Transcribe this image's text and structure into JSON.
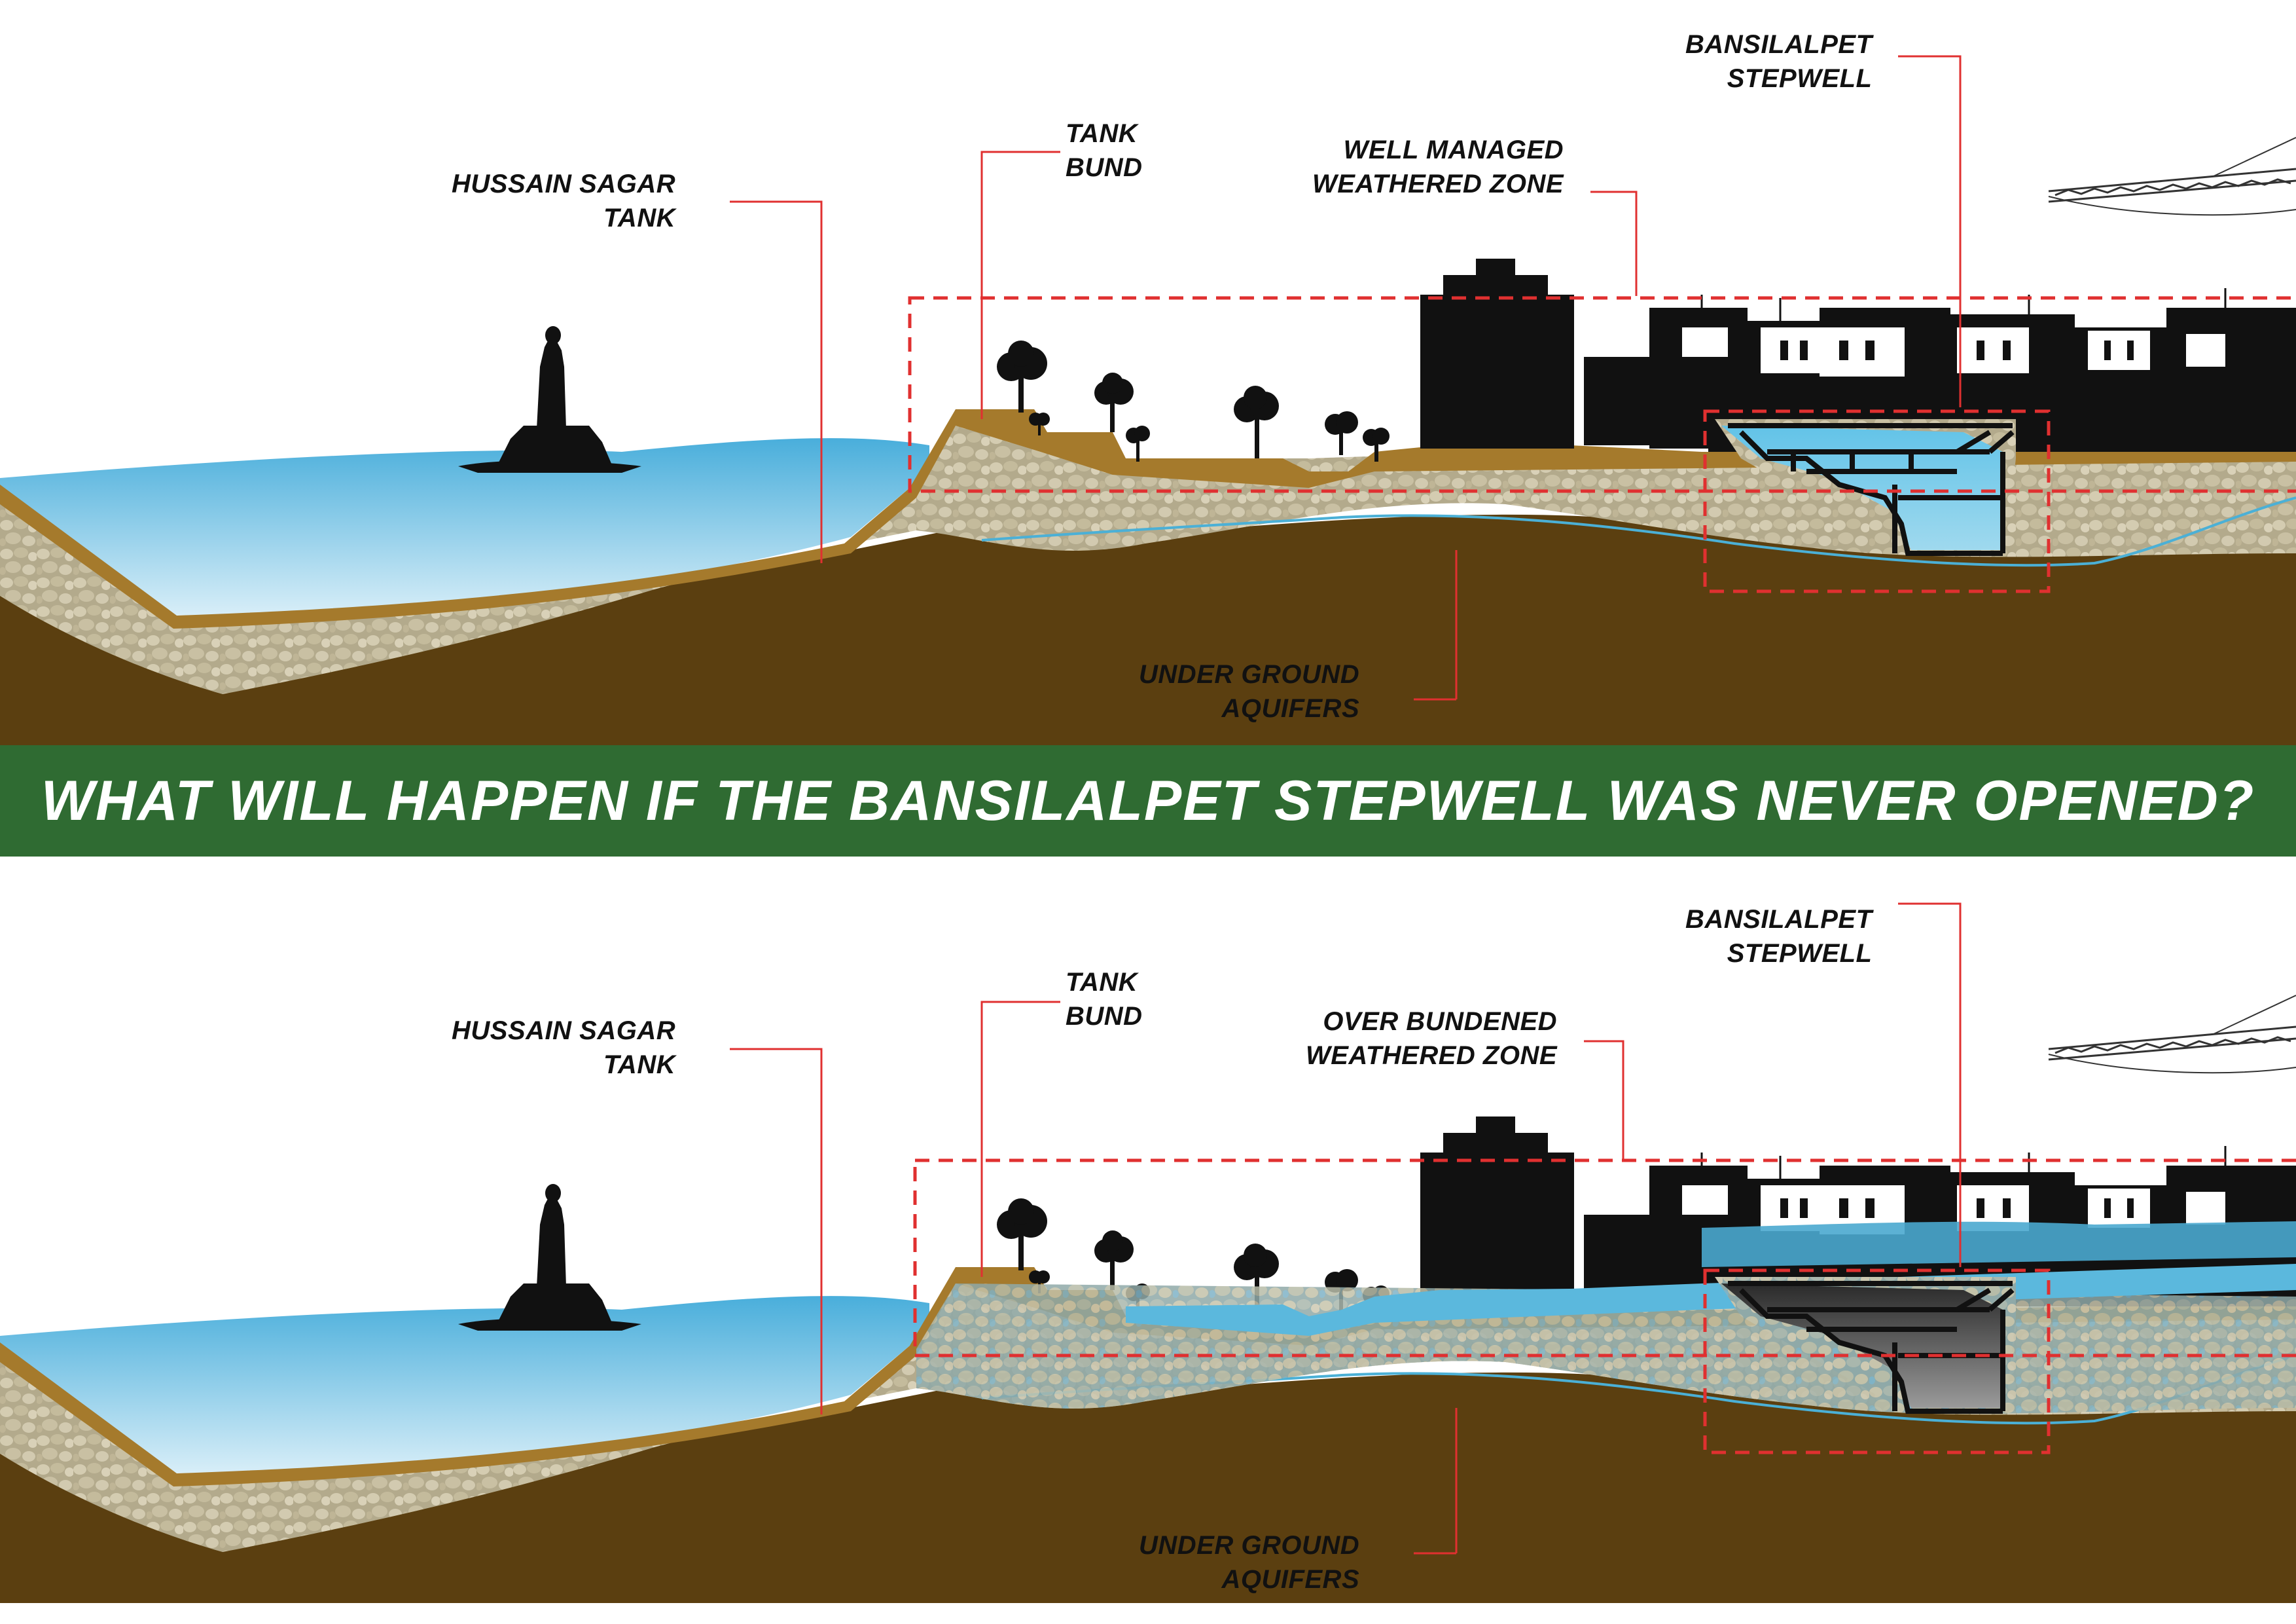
{
  "banner": {
    "title": "WHAT WILL HAPPEN IF THE BANSILALPET STEPWELL WAS NEVER OPENED?"
  },
  "colors": {
    "banner": "#2f6b32",
    "water": "#5bb8dd",
    "soil": "#5b3f10",
    "topsoil": "#a57a2c",
    "gravel": "#c9c1a5",
    "callout": "#e03030",
    "silhouette": "#111111"
  },
  "icons": [
    "buddha-statue-silhouette-icon",
    "tree-silhouette-icon",
    "building-silhouette-icon",
    "crane-icon"
  ],
  "top": {
    "tank": {
      "line1": "HUSSAIN SAGAR",
      "line2": "TANK"
    },
    "bund": {
      "line1": "TANK",
      "line2": "BUND"
    },
    "zone": {
      "line1": "WELL MANAGED",
      "line2": "WEATHERED ZONE"
    },
    "stepwell": {
      "line1": "BANSILALPET",
      "line2": "STEPWELL"
    },
    "aquifer": {
      "line1": "UNDER GROUND",
      "line2": "AQUIFERS"
    }
  },
  "bottom": {
    "tank": {
      "line1": "HUSSAIN SAGAR",
      "line2": "TANK"
    },
    "bund": {
      "line1": "TANK",
      "line2": "BUND"
    },
    "zone": {
      "line1": "OVER BUNDENED",
      "line2": "WEATHERED ZONE"
    },
    "stepwell": {
      "line1": "BANSILALPET",
      "line2": "STEPWELL"
    },
    "aquifer": {
      "line1": "UNDER GROUND",
      "line2": "AQUIFERS"
    }
  }
}
